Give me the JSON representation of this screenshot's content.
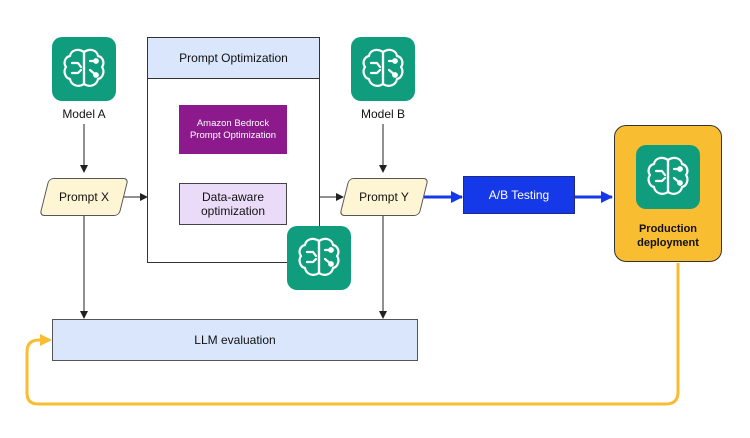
{
  "model_a": {
    "label": "Model A"
  },
  "model_b": {
    "label": "Model B"
  },
  "prompt_optimization": {
    "title": "Prompt Optimization"
  },
  "bedrock": {
    "line1": "Amazon Bedrock",
    "line2": "Prompt Optimization"
  },
  "data_aware": {
    "line1": "Data-aware",
    "line2": "optimization"
  },
  "prompt_x": {
    "label": "Prompt X"
  },
  "prompt_y": {
    "label": "Prompt Y"
  },
  "ab_testing": {
    "label": "A/B Testing"
  },
  "production": {
    "line1": "Production",
    "line2": "deployment"
  },
  "llm_evaluation": {
    "label": "LLM evaluation"
  },
  "colors": {
    "icon_tile": "#0f9d7e",
    "bedrock_box": "#8c1a8c",
    "ab_testing_box": "#1538e8",
    "production_box": "#f9bd32",
    "feedback_arrow": "#f9bd32",
    "blue_arrow": "#1538e8"
  }
}
